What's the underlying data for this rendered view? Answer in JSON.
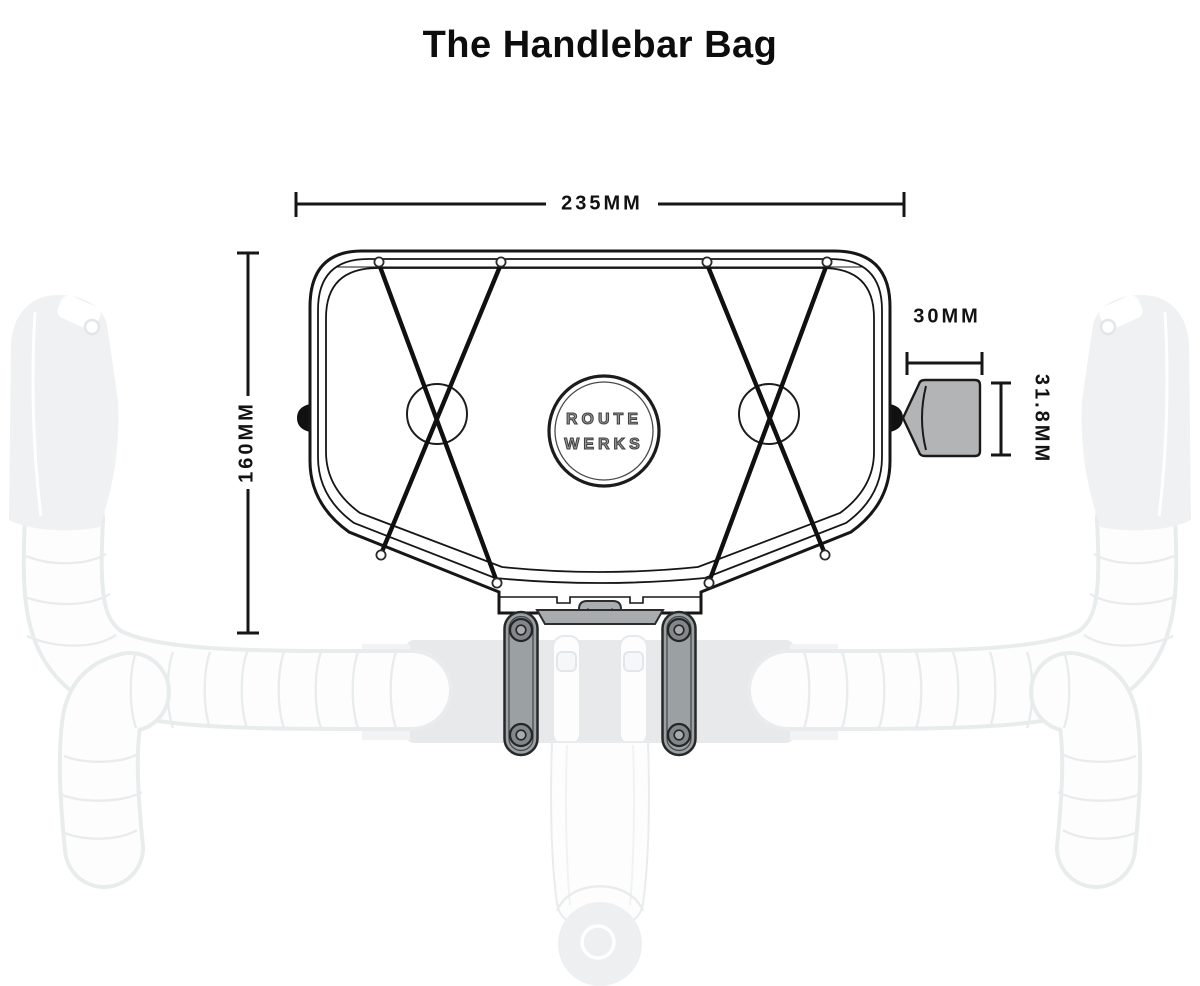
{
  "title": "The Handlebar Bag",
  "drawing": {
    "logo": {
      "line1": "ROUTE",
      "line2": "WERKS"
    }
  },
  "dimensions": {
    "bag_width": {
      "label": "235MM"
    },
    "bag_depth": {
      "label": "160MM"
    },
    "cap_length": {
      "label": "30MM"
    },
    "cap_diameter": {
      "label": "31.8MM"
    }
  },
  "colors": {
    "line": "#161616",
    "hardware_gray": "#9ba0a3",
    "cap_gray": "#b2b4b6",
    "silhouette_gray": "#eff1f2"
  }
}
